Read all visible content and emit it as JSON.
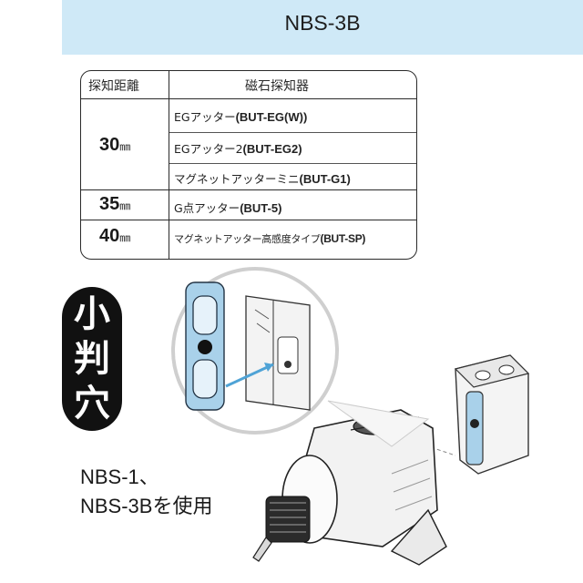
{
  "header": {
    "title": "NBS-3B"
  },
  "table": {
    "col_distance": "探知距離",
    "col_detector": "磁石探知器",
    "groups": [
      {
        "distance": "30",
        "unit": "㎜",
        "items": [
          {
            "name": "EGアッター",
            "code": "(BUT-EG(W))"
          },
          {
            "name": "EGアッター2",
            "code": "(BUT-EG2)"
          },
          {
            "name": "マグネットアッターミニ",
            "code": "(BUT-G1)"
          }
        ]
      },
      {
        "distance": "35",
        "unit": "㎜",
        "items": [
          {
            "name": "G点アッター",
            "code": "(BUT-5)"
          }
        ]
      },
      {
        "distance": "40",
        "unit": "㎜",
        "items": [
          {
            "name": "マグネットアッター高感度タイプ",
            "code": "(BUT-SP)"
          }
        ]
      }
    ]
  },
  "badge": {
    "chars": [
      "小",
      "判",
      "穴"
    ]
  },
  "note": {
    "line1": "NBS-1、",
    "line2": "NBS-3Bを使用"
  },
  "colors": {
    "header_bg": "#cfe9f7",
    "part_blue": "#a9d1ea",
    "arrow_blue": "#4fa3d6",
    "badge_bg": "#111111"
  }
}
